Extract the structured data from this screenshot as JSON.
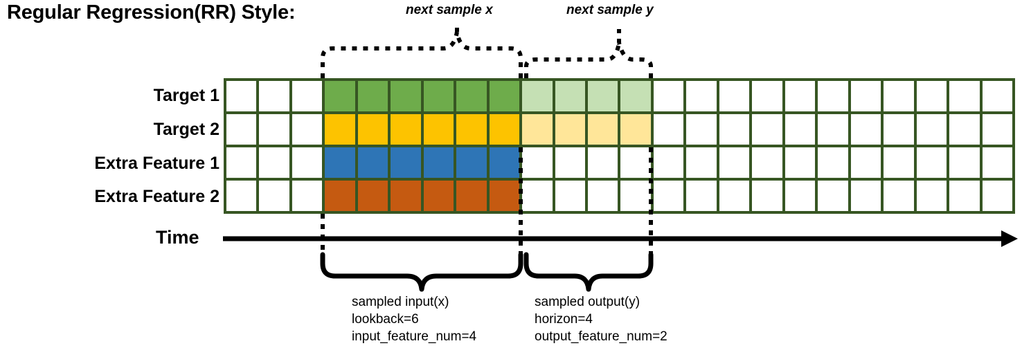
{
  "title": "Regular Regression(RR) Style:",
  "top_labels": {
    "next_sample_x": "next sample x",
    "next_sample_y": "next sample y"
  },
  "rows": [
    {
      "label": "Target 1",
      "name": "target-1"
    },
    {
      "label": "Target 2",
      "name": "target-2"
    },
    {
      "label": "Extra Feature 1",
      "name": "extra-feature-1"
    },
    {
      "label": "Extra Feature 2",
      "name": "extra-feature-2"
    }
  ],
  "grid": {
    "columns": 24,
    "rows": 4,
    "border_color": "#375623",
    "lead_blank_columns": 3,
    "input_columns": 6,
    "output_columns": 4,
    "trailing_blank_columns": 11,
    "cell_classes": [
      [
        "cell",
        "cell",
        "cell",
        "c-green",
        "c-green",
        "c-green",
        "c-green",
        "c-green",
        "c-green",
        "c-lgreen",
        "c-lgreen",
        "c-lgreen",
        "c-lgreen",
        "cell",
        "cell",
        "cell",
        "cell",
        "cell",
        "cell",
        "cell",
        "cell",
        "cell",
        "cell",
        "cell"
      ],
      [
        "cell",
        "cell",
        "cell",
        "c-gold",
        "c-gold",
        "c-gold",
        "c-gold",
        "c-gold",
        "c-gold",
        "c-lgold",
        "c-lgold",
        "c-lgold",
        "c-lgold",
        "cell",
        "cell",
        "cell",
        "cell",
        "cell",
        "cell",
        "cell",
        "cell",
        "cell",
        "cell",
        "cell"
      ],
      [
        "cell",
        "cell",
        "cell",
        "c-blue",
        "c-blue",
        "c-blue",
        "c-blue",
        "c-blue",
        "c-blue",
        "cell",
        "cell",
        "cell",
        "cell",
        "cell",
        "cell",
        "cell",
        "cell",
        "cell",
        "cell",
        "cell",
        "cell",
        "cell",
        "cell",
        "cell"
      ],
      [
        "cell",
        "cell",
        "cell",
        "c-orange",
        "c-orange",
        "c-orange",
        "c-orange",
        "c-orange",
        "c-orange",
        "cell",
        "cell",
        "cell",
        "cell",
        "cell",
        "cell",
        "cell",
        "cell",
        "cell",
        "cell",
        "cell",
        "cell",
        "cell",
        "cell",
        "cell"
      ]
    ]
  },
  "colors": {
    "target_1": "#6EAC4B",
    "target_2": "#FDC300",
    "extra_feature_1": "#2E75B6",
    "extra_feature_2": "#C55A11",
    "target_1_light": "#C5E0B4",
    "target_2_light": "#FFE699",
    "grid_border": "#375623",
    "line": "#000000"
  },
  "time_axis": {
    "label": "Time"
  },
  "captions": {
    "input": "sampled input(x)\nlookback=6\ninput_feature_num=4",
    "output": "sampled output(y)\nhorizon=4\noutput_feature_num=2"
  }
}
